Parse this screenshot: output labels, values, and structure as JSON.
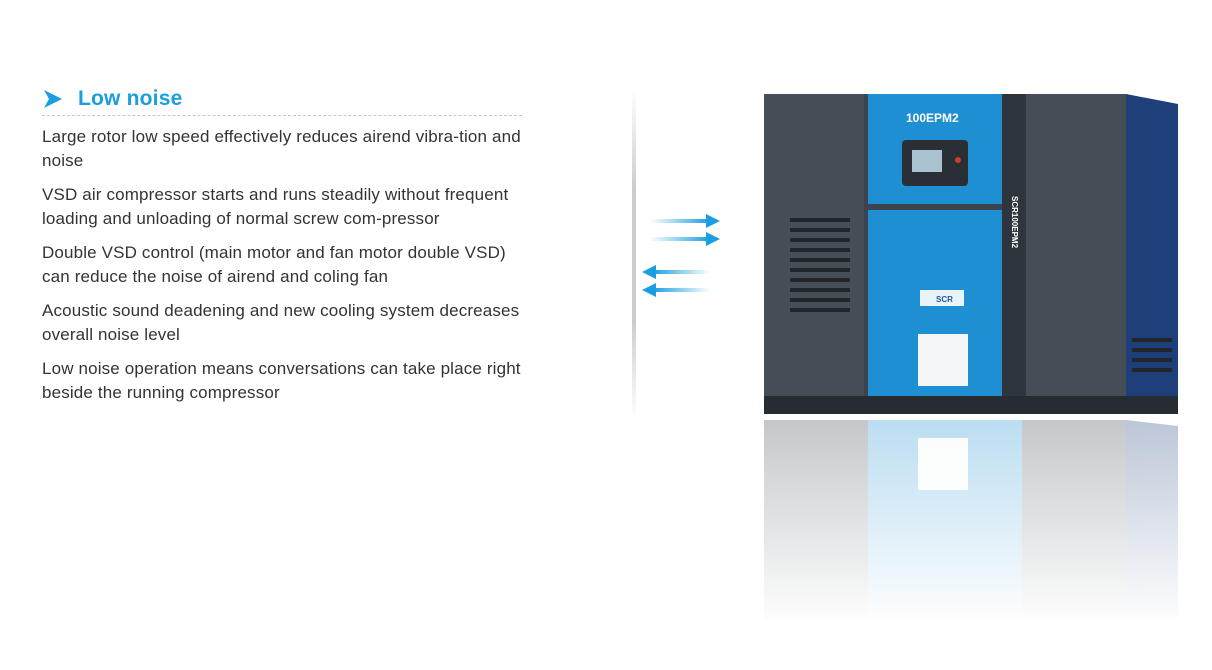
{
  "section": {
    "heading": "Low noise",
    "icon": "chevron-right-icon",
    "accent_color": "#1a9ee0",
    "paragraphs": [
      "Large rotor low speed effectively reduces airend vibra-tion and noise",
      "VSD air compressor starts and runs steadily without frequent loading and unloading of normal screw com-pressor",
      "Double VSD control (main motor and fan motor double VSD) can reduce the noise of airend and coling fan",
      "Acoustic sound deadening and new cooling system decreases overall noise level",
      "Low noise operation means conversations can take place right beside the running compressor"
    ]
  },
  "product": {
    "model_label": "100EPM2",
    "side_label": "SCR100EPM2",
    "logo_text": "SCR",
    "panel_color": "#1d8fd2",
    "body_color": "#3b444d"
  },
  "airflow": {
    "icon": "airflow-arrows-icon",
    "color": "#1a9ee0"
  }
}
